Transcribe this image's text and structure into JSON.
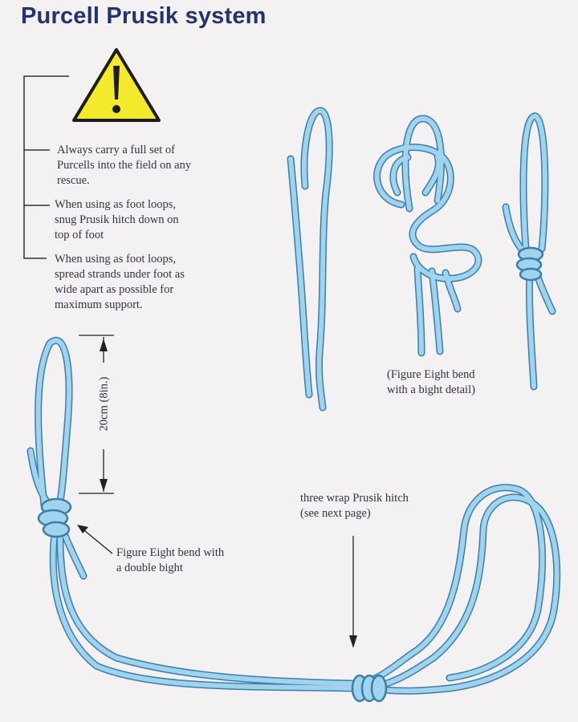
{
  "title": "Purcell Prusik system",
  "warnings": [
    "Always carry a full set of\nPurcells into the field on any\nrescue.",
    "When using as foot loops,\nsnug Prusik hitch down on\ntop of foot",
    "When using as foot loops,\nspread strands under foot as\nwide apart as possible for\nmaximum support."
  ],
  "warning_icon": "warning-triangle-icon",
  "labels": {
    "figure_eight_detail": "(Figure Eight bend\nwith a bight detail)",
    "dimension": "20cm (8in.)",
    "figure_eight_double": "Figure Eight bend with\na double bight",
    "prusik_hitch": "three wrap Prusik  hitch\n(see next page)"
  },
  "colors": {
    "title": "#24346a",
    "rope_fill": "#9fd3ee",
    "rope_edge": "#3c7ea8",
    "warning_yellow": "#f2ea2a"
  }
}
